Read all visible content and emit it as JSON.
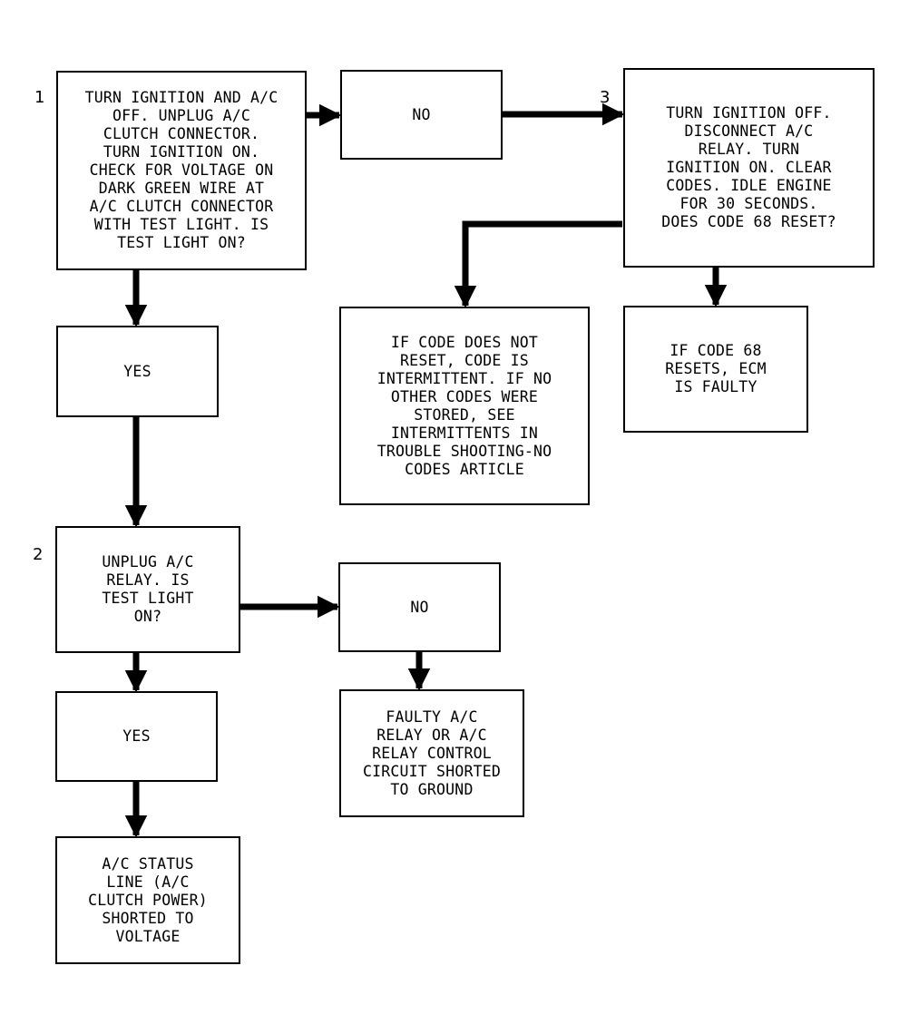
{
  "steps": {
    "s1": "1",
    "s2": "2",
    "s3": "3"
  },
  "boxes": {
    "step1_question": "TURN IGNITION AND A/C\nOFF. UNPLUG A/C\nCLUTCH CONNECTOR.\nTURN IGNITION ON.\nCHECK FOR VOLTAGE ON\nDARK GREEN WIRE AT\nA/C CLUTCH CONNECTOR\nWITH TEST LIGHT. IS\nTEST LIGHT ON?",
    "step1_no": "NO",
    "step3_question": "TURN IGNITION OFF.\nDISCONNECT A/C\nRELAY. TURN\nIGNITION ON. CLEAR\nCODES. IDLE ENGINE\nFOR 30 SECONDS.\nDOES CODE 68 RESET?",
    "step3_not_reset": "IF CODE DOES NOT\nRESET, CODE IS\nINTERMITTENT. IF NO\nOTHER CODES WERE\nSTORED, SEE\nINTERMITTENTS IN\nTROUBLE SHOOTING-NO\nCODES ARTICLE",
    "step3_resets": "IF CODE 68\nRESETS, ECM\nIS FAULTY",
    "step1_yes": "YES",
    "step2_question": "UNPLUG A/C\nRELAY. IS\nTEST LIGHT\nON?",
    "step2_no": "NO",
    "step2_no_result": "FAULTY A/C\nRELAY OR A/C\nRELAY CONTROL\nCIRCUIT SHORTED\nTO GROUND",
    "step2_yes": "YES",
    "step2_yes_result": "A/C STATUS\nLINE (A/C\nCLUTCH POWER)\nSHORTED TO\nVOLTAGE"
  },
  "colors": {
    "line": "#000000",
    "background": "#ffffff"
  }
}
